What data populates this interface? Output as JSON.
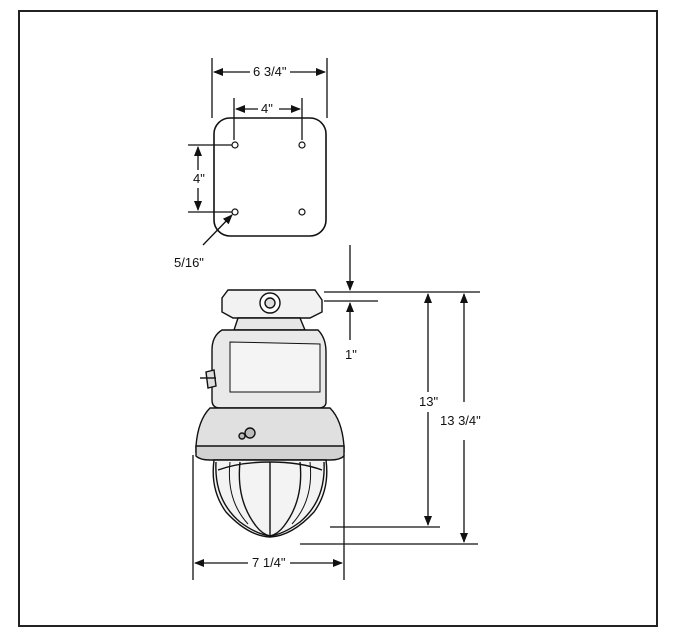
{
  "dimensions": {
    "plate_width": "6 3/4\"",
    "hole_spacing_horizontal": "4\"",
    "hole_spacing_vertical": "4\"",
    "hole_diameter": "5/16\"",
    "mount_height": "1\"",
    "body_height": "13\"",
    "overall_height": "13 3/4\"",
    "overall_width": "7 1/4\""
  }
}
